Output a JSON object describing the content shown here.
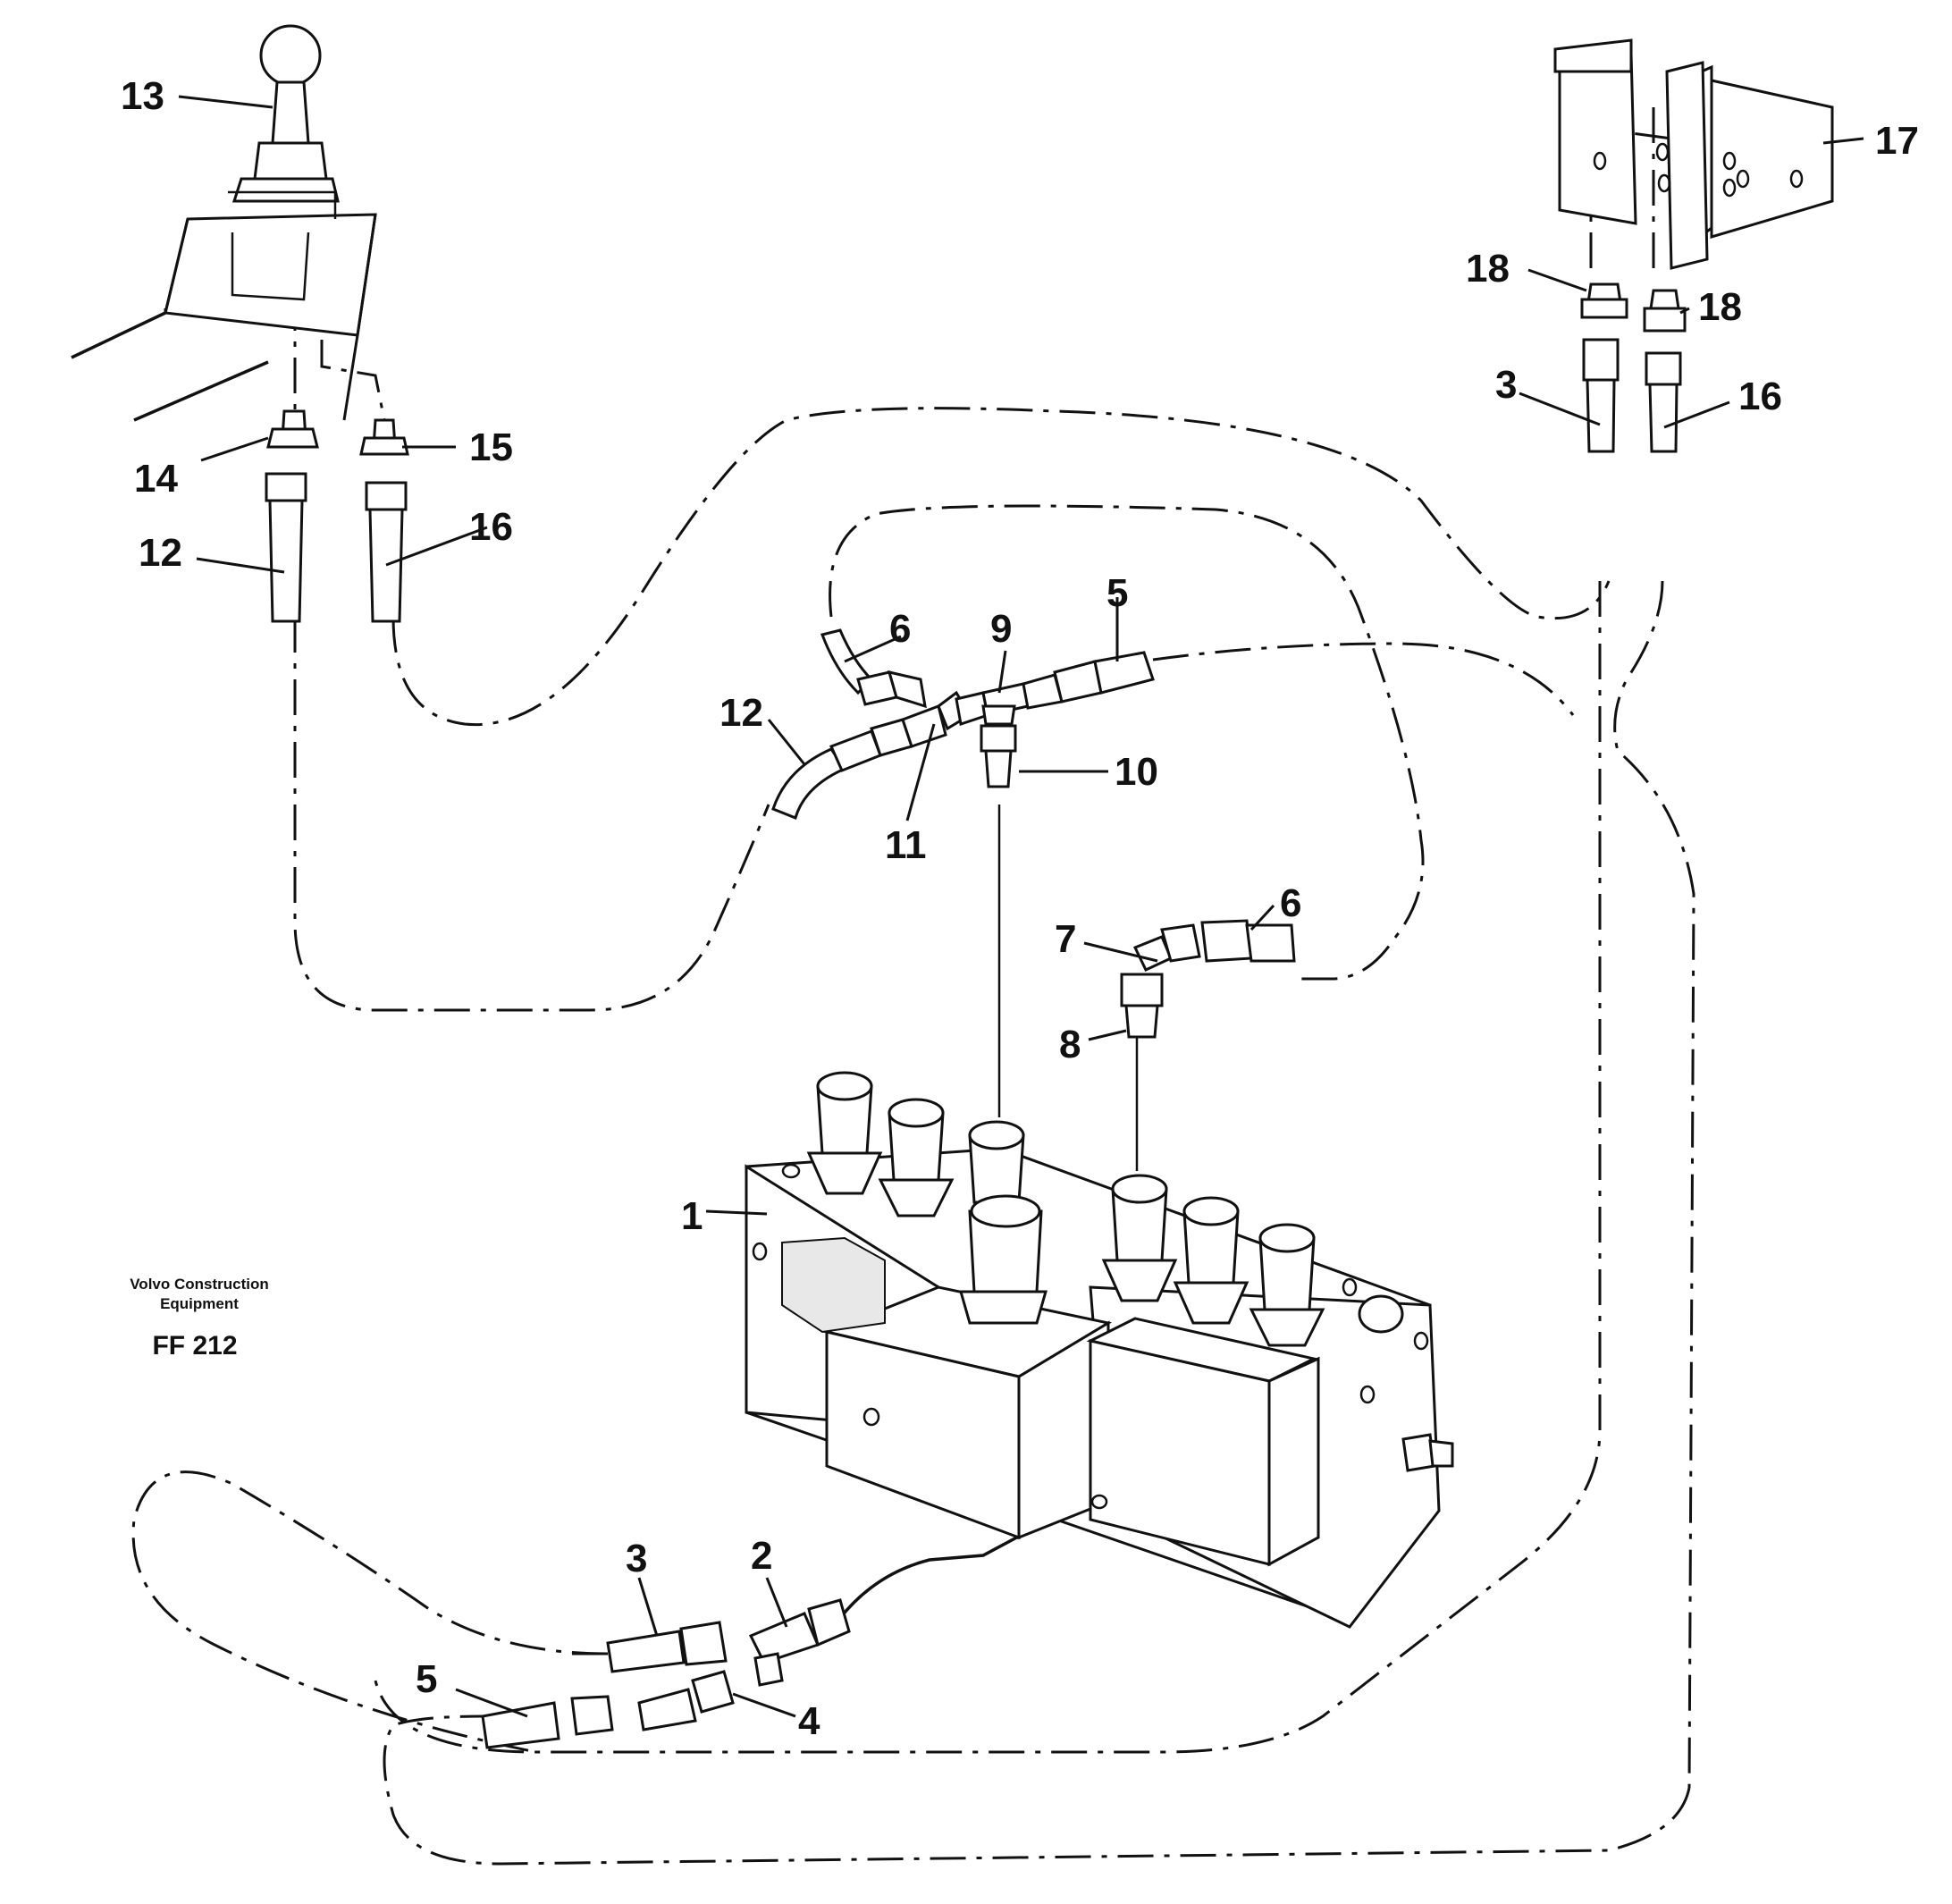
{
  "diagram": {
    "publisher_line1": "Volvo Construction",
    "publisher_line2": "Equipment",
    "figure_code": "FF 212",
    "callouts": {
      "c1": "1",
      "c2": "2",
      "c3_bottom": "3",
      "c3_right": "3",
      "c4": "4",
      "c5_bottom": "5",
      "c5_top": "5",
      "c6_top": "6",
      "c6_mid": "6",
      "c7": "7",
      "c8": "8",
      "c9": "9",
      "c10": "10",
      "c11": "11",
      "c12_left": "12",
      "c12_mid": "12",
      "c13": "13",
      "c14": "14",
      "c15": "15",
      "c16_left": "16",
      "c16_right": "16",
      "c17": "17",
      "c18_left": "18",
      "c18_right": "18"
    }
  }
}
